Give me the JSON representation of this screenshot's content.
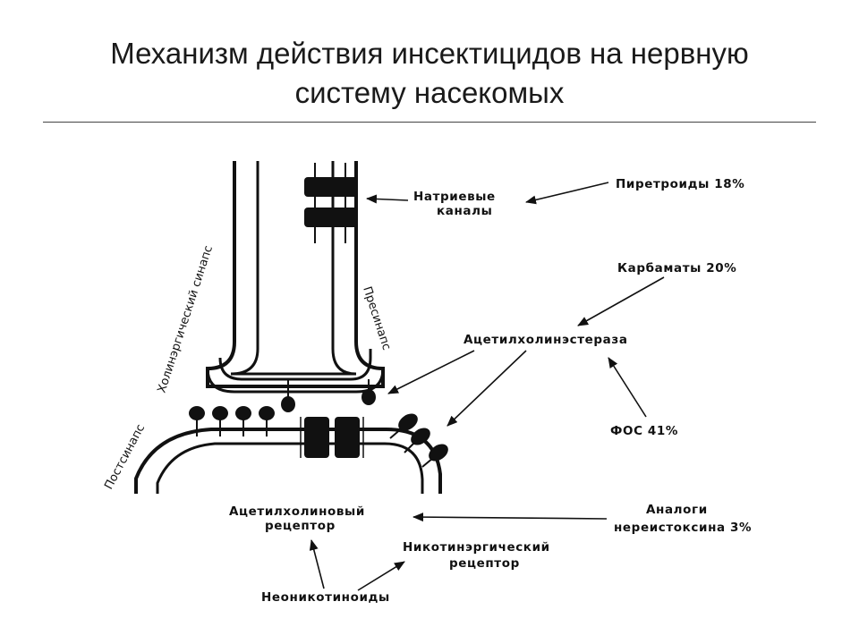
{
  "title": {
    "line1": "Механизм действия инсектицидов на нервную",
    "line2": "систему насекомых"
  },
  "diagram": {
    "labels": {
      "sodium_channels_1": "Натриевые",
      "sodium_channels_2": "каналы",
      "pyrethroids": "Пиретроиды 18%",
      "carbamates": "Карбаматы 20%",
      "acetylcholinesterase": "Ацетилхолинэстераза",
      "fos": "ФОС 41%",
      "ach_receptor_1": "Ацетилхолиновый",
      "ach_receptor_2": "рецептор",
      "nereistoxin_1": "Аналоги",
      "nereistoxin_2": "нереистоксина 3%",
      "nicotinergic_1": "Никотинэргический",
      "nicotinergic_2": "рецептор",
      "neonicotinoids": "Неоникотиноиды",
      "cholinergic_synapse": "Холинэргический синапс",
      "presynapse": "Пресинапс",
      "postsynapse": "Постсинапс"
    }
  }
}
